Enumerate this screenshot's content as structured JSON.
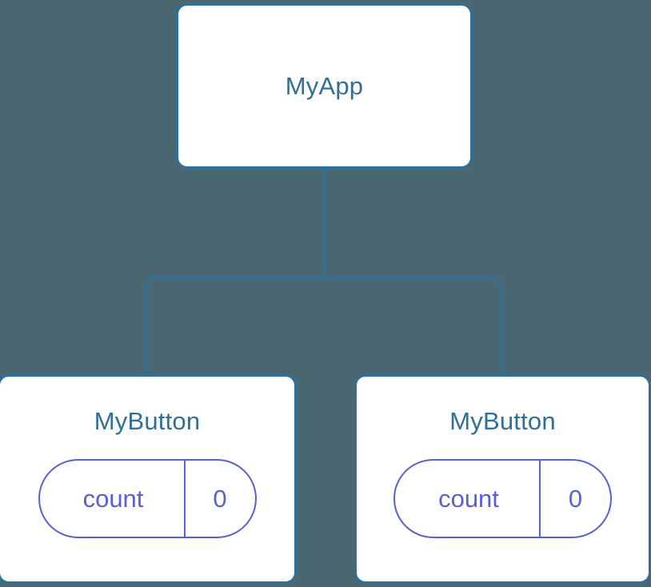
{
  "diagram": {
    "kind": "component-tree",
    "background_color": "#4a6670",
    "node_border_color": "#2d7099",
    "node_title_color": "#2d7099",
    "node_fill_color": "#ffffff",
    "state_accent_color": "#5b5fd4",
    "edge_color": "#2d7099"
  },
  "root": {
    "title": "MyApp"
  },
  "children": [
    {
      "title": "MyButton",
      "state": {
        "key": "count",
        "value": "0"
      }
    },
    {
      "title": "MyButton",
      "state": {
        "key": "count",
        "value": "0"
      }
    }
  ]
}
